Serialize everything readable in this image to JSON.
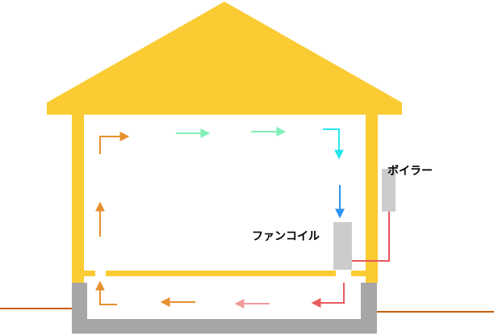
{
  "labels": {
    "boiler": "ボイラー",
    "fan_coil": "ファンコイル"
  },
  "colors": {
    "house_frame": "#fbcb33",
    "foundation": "#a7a7a7",
    "ground_line": "#c5600e",
    "equipment": "#cccccc",
    "hot_pipe": "#e9575c",
    "airflow_orange": "#e88f2e",
    "airflow_light_green": "#82f0b7",
    "airflow_cyan": "#27e6f0",
    "airflow_blue": "#2d92f0",
    "airflow_pink": "#f29a9b",
    "airflow_red": "#ea5c5e"
  },
  "icons": {
    "airflow": "arrow-icon",
    "boiler": "boiler-unit",
    "fan_coil": "fan-coil-unit"
  }
}
